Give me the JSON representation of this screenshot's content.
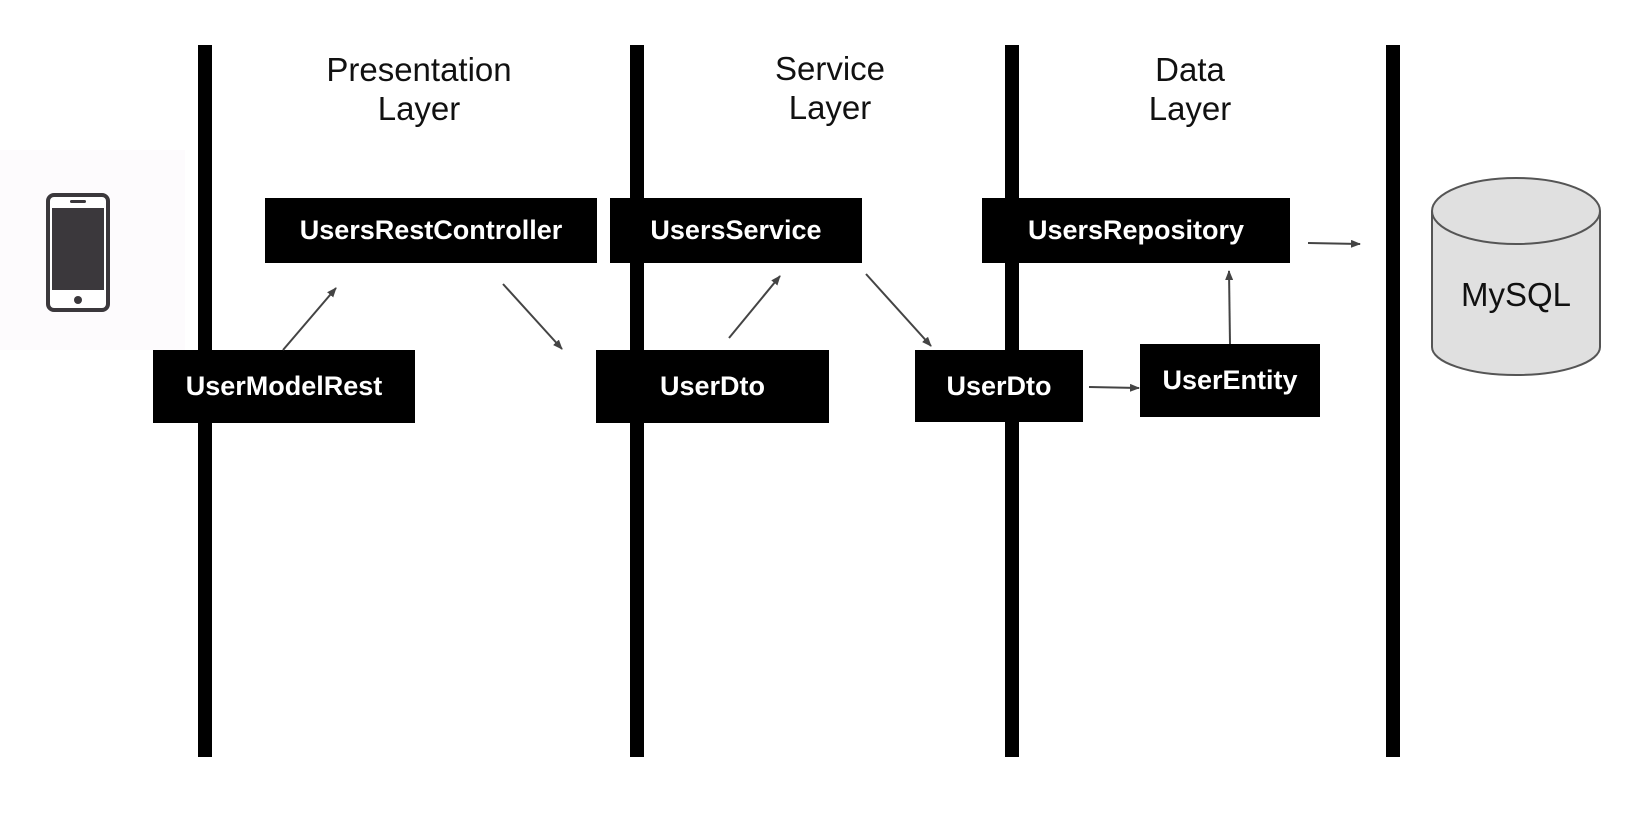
{
  "layers": [
    {
      "line1": "Presentation",
      "line2": "Layer"
    },
    {
      "line1": "Service",
      "line2": "Layer"
    },
    {
      "line1": "Data",
      "line2": "Layer"
    }
  ],
  "components": {
    "users_rest_controller": "UsersRestController",
    "users_service": "UsersService",
    "users_repository": "UsersRepository",
    "user_model_rest": "UserModelRest",
    "user_dto_service": "UserDto",
    "user_dto_data": "UserDto",
    "user_entity": "UserEntity"
  },
  "database": {
    "label": "MySQL",
    "icon": "database-cylinder-icon"
  },
  "client": {
    "icon": "smartphone-icon"
  },
  "colors": {
    "box_fill": "#000000",
    "box_text": "#ffffff",
    "arrow": "#444444",
    "cylinder_fill": "#e0e0e0",
    "phone_screen": "#3b383c"
  }
}
